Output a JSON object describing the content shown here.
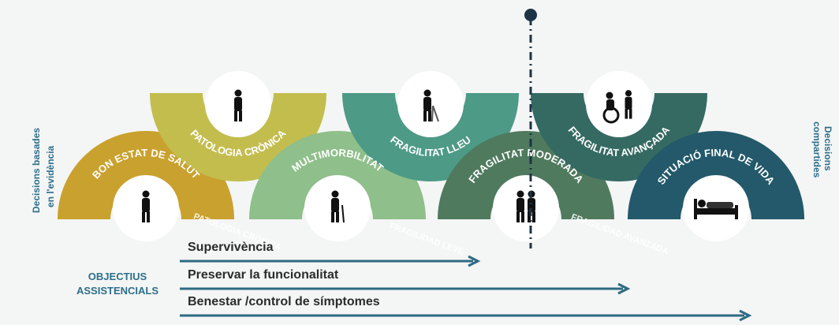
{
  "side_labels": {
    "left_line1": "Decisions basades",
    "left_line2": "en l'evidència",
    "right_line1": "Decisions",
    "right_line2": "compartides"
  },
  "stages": [
    {
      "label": "BON ESTAT DE SALUT",
      "color": "#c9a12e",
      "icon": "walking-person-icon"
    },
    {
      "label": "PATOLOGIA CRÒNICA",
      "color": "#c3bd4e",
      "icon": "standing-person-icon"
    },
    {
      "label": "MULTIMORBILITAT",
      "color": "#8fbf8a",
      "icon": "person-with-cane-icon"
    },
    {
      "label": "FRAGILITAT LLEU",
      "color": "#4d9a86",
      "icon": "person-with-walker-icon"
    },
    {
      "label": "FRAGILITAT MODERADA",
      "color": "#4f7a5e",
      "icon": "assisted-walking-icon"
    },
    {
      "label": "FRAGILITAT AVANÇADA",
      "color": "#356a63",
      "icon": "wheelchair-icon"
    },
    {
      "label": "SITUACIÓ FINAL DE VIDA",
      "color": "#23596a",
      "icon": "bed-icon"
    }
  ],
  "ghost_labels": [
    "PATOLOGIA CRÓNICA",
    "FRAGILIDAD LEVE",
    "FRAGILIDAD AVANZADA"
  ],
  "objectives": {
    "title_line1": "OBJECTIUS",
    "title_line2": "ASSISTENCIALS",
    "arrows": [
      {
        "label": "Supervivència"
      },
      {
        "label": "Preservar la funcionalitat"
      },
      {
        "label": "Benestar /control de símptomes"
      }
    ]
  },
  "colors": {
    "side_text": "#2c6f8a",
    "arrow": "#2e6b82",
    "marker": "#1e3345"
  }
}
